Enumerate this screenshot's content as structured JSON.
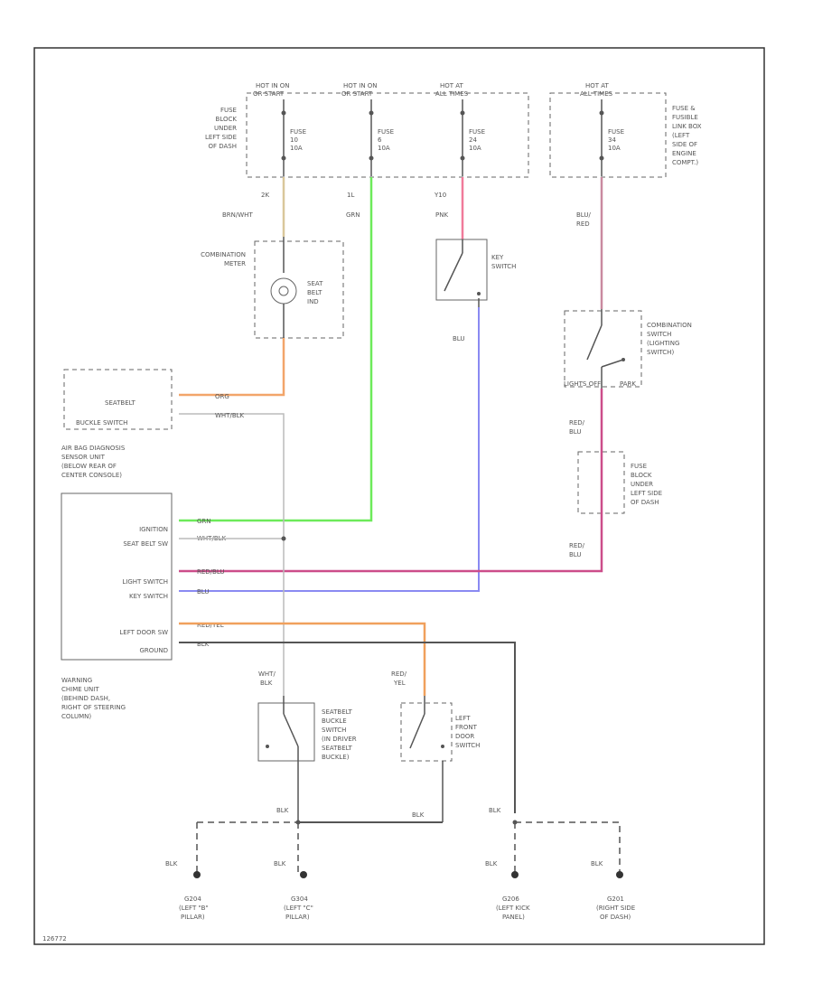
{
  "labels": {
    "hot_ign1": [
      "HOT IN ON",
      "OR START"
    ],
    "hot_ign2": [
      "HOT IN ON",
      "OR START"
    ],
    "hot_acc1": [
      "HOT AT",
      "ALL TIMES"
    ],
    "hot_acc2": [
      "HOT AT",
      "ALL TIMES"
    ],
    "fuse_block_under": [
      "FUSE",
      "BLOCK",
      "UNDER",
      "LEFT SIDE",
      "OF DASH"
    ],
    "fuse_fusible": [
      "FUSE &",
      "FUSIBLE",
      "LINK BOX",
      "(LEFT",
      "SIDE OF",
      "ENGINE",
      "COMPT.)"
    ],
    "fuse1": [
      "FUSE",
      "10",
      "10A"
    ],
    "fuse2": [
      "FUSE",
      "6",
      "10A"
    ],
    "fuse3": [
      "FUSE",
      "24",
      "10A"
    ],
    "fuse4": [
      "FUSE",
      "34",
      "10A"
    ],
    "pin_2k": "2K",
    "pin_1l": "1L",
    "pin_y10": "Y10",
    "wire_brn_wht": "BRN/WHT",
    "wire_grn": "GRN",
    "wire_pnk": "PNK",
    "wire_blu_red": [
      "BLU/",
      "RED"
    ],
    "combination_meter": [
      "COMBINATION",
      "METER"
    ],
    "seat_belt_ind": [
      "SEAT",
      "BELT",
      "IND"
    ],
    "key_switch": [
      "KEY",
      "SWITCH"
    ],
    "wire_blu": "BLU",
    "combination_switch": [
      "COMBINATION",
      "SWITCH",
      "(LIGHTING",
      "SWITCH)"
    ],
    "lights_off": "LIGHTS OFF",
    "park": "PARK",
    "wire_red_blu": [
      "RED/",
      "BLU"
    ],
    "fuse_block_under2": [
      "FUSE",
      "BLOCK",
      "UNDER",
      "LEFT SIDE",
      "OF DASH"
    ],
    "seatbelt_buckle_switch": [
      "SEATBELT",
      "BUCKLE SWITCH"
    ],
    "wire_org": "ORG",
    "wire_wht_blk": "WHT/BLK",
    "air_bag_unit": [
      "AIR BAG DIAGNOSIS",
      "SENSOR UNIT",
      "(BELOW REAR OF",
      "CENTER CONSOLE)"
    ],
    "pin_ignition": "IGNITION",
    "pin_seat_belt": "SEAT BELT SW",
    "pin_light": "LIGHT SWITCH",
    "pin_key": "KEY SWITCH",
    "pin_left_door": "LEFT DOOR SW",
    "pin_ground": "GROUND",
    "w_grn": "GRN",
    "w_wht_blk": "WHT/BLK",
    "w_red_blu": "RED/BLU",
    "w_blu": "BLU",
    "w_red_yel": "RED/YEL",
    "w_blk": "BLK",
    "warning_chime": [
      "WARNING",
      "CHIME UNIT",
      "(BEHIND DASH,",
      "RIGHT OF STEERING",
      "COLUMN)"
    ],
    "wht_blk_lbl": [
      "WHT/",
      "BLK"
    ],
    "red_yel_lbl": [
      "RED/",
      "YEL"
    ],
    "seatbelt_sw_driver": [
      "SEATBELT",
      "BUCKLE",
      "SWITCH",
      "(IN DRIVER",
      "SEATBELT",
      "BUCKLE)"
    ],
    "left_door_sw": [
      "LEFT",
      "FRONT",
      "DOOR",
      "SWITCH"
    ],
    "blk": "BLK",
    "g204": [
      "G204",
      "(LEFT \"B\"",
      "PILLAR)"
    ],
    "g304": [
      "G304",
      "(LEFT \"C\"",
      "PILLAR)"
    ],
    "g206": [
      "G206",
      "(LEFT KICK",
      "PANEL)"
    ],
    "g201": [
      "G201",
      "(RIGHT SIDE",
      "OF DASH)"
    ],
    "figure_id": "126772"
  },
  "colors": {
    "brn_wht": "#d9c79b",
    "grn": "#6dea5a",
    "pnk": "#f07a9a",
    "blu_red": "#c98aa0",
    "blu": "#8a8af2",
    "org": "#f2a56a",
    "red_blu": "#cc4d8a",
    "red_yel": "#f0a05c",
    "black": "#555555"
  }
}
